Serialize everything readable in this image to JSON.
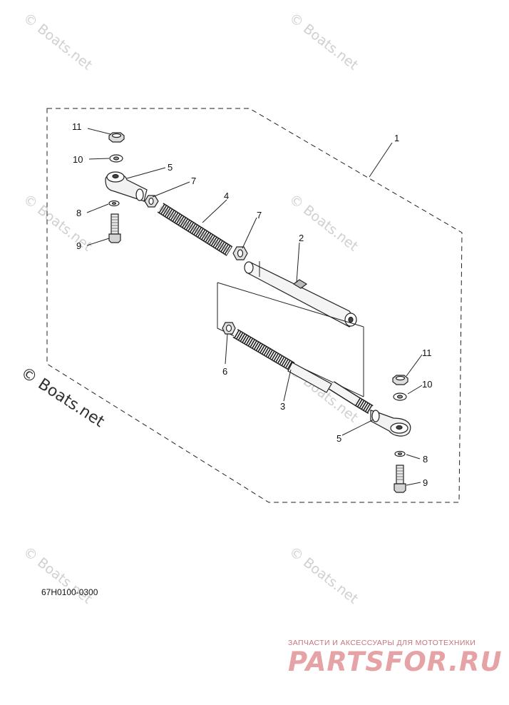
{
  "watermark": "© Boats.net",
  "diagram_code": "67H0100-0300",
  "brand": {
    "tagline": "ЗАПЧАСТИ И АКСЕССУАРЫ ДЛЯ МОТОТЕХНИКИ",
    "logo": "PARTSFOR.RU"
  },
  "callouts": [
    {
      "id": "c1",
      "label": "1"
    },
    {
      "id": "c2",
      "label": "2"
    },
    {
      "id": "c3",
      "label": "3"
    },
    {
      "id": "c4",
      "label": "4"
    },
    {
      "id": "c5a",
      "label": "5"
    },
    {
      "id": "c5b",
      "label": "5"
    },
    {
      "id": "c6",
      "label": "6"
    },
    {
      "id": "c7a",
      "label": "7"
    },
    {
      "id": "c7b",
      "label": "7"
    },
    {
      "id": "c8a",
      "label": "8"
    },
    {
      "id": "c8b",
      "label": "8"
    },
    {
      "id": "c9a",
      "label": "9"
    },
    {
      "id": "c9b",
      "label": "9"
    },
    {
      "id": "c10a",
      "label": "10"
    },
    {
      "id": "c10b",
      "label": "10"
    },
    {
      "id": "c11a",
      "label": "11"
    },
    {
      "id": "c11b",
      "label": "11"
    }
  ]
}
